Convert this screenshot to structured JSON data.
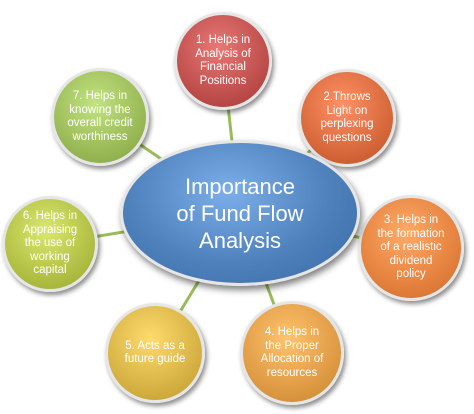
{
  "diagram": {
    "center": {
      "label": "Importance\nof  Fund Flow\nAnalysis",
      "color": "#4f81bd"
    },
    "nodes": [
      {
        "label": "1. Helps in\nAnalysis of\nFinancial\nPositions",
        "color": "#c0504d"
      },
      {
        "label": "2.Throws\nLight on\nperplexing\nquestions",
        "color": "#d8693d"
      },
      {
        "label": "3. Helps in\nthe formation\nof a realistic\ndividend\npolicy",
        "color": "#e5823f"
      },
      {
        "label": "4. Helps in\nthe Proper\nAllocation of\nresources",
        "color": "#e09b45"
      },
      {
        "label": "5. Acts as a\nfuture guide",
        "color": "#d7b345"
      },
      {
        "label": "6. Helps in\nAppraising\nthe use of\nworking\ncapital",
        "color": "#b3c046"
      },
      {
        "label": "7. Helps in\nknowing the\noverall credit\nworthiness",
        "color": "#9bbb59"
      }
    ],
    "connector_color": "#9bbb59"
  }
}
